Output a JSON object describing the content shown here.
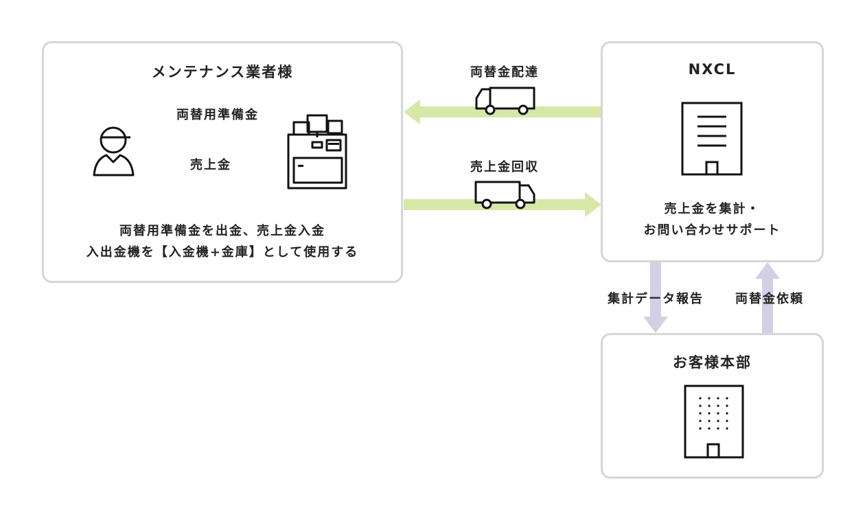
{
  "maintenance": {
    "title": "メンテナンス業者様",
    "flow_change_fund": "両替用準備金",
    "flow_sales": "売上金",
    "description_line1": "両替用準備金を出金、売上金入金",
    "description_line2": "入出金機を【入金機+金庫】として使用する"
  },
  "nxcl": {
    "title": "NXCL",
    "description_line1": "売上金を集計・",
    "description_line2": "お問い合わせサポート"
  },
  "customer": {
    "title": "お客様本部"
  },
  "transport": {
    "delivery_label": "両替金配達",
    "collection_label": "売上金回収"
  },
  "hq_flows": {
    "report_label": "集計データ報告",
    "request_label": "両替金依頼"
  },
  "colors": {
    "green_arrow": "#d7e7a8",
    "teal_arrow": "#b8dadf",
    "lavender_arrow": "#d3cfe4",
    "border": "#d6d6d6"
  }
}
